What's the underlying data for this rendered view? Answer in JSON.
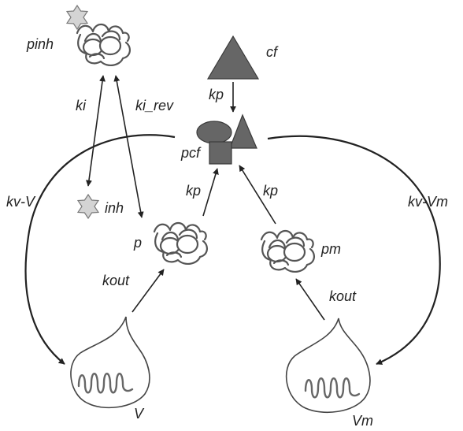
{
  "nodes": {
    "pinh": "pinh",
    "cf": "cf",
    "pcf": "pcf",
    "inh": "inh",
    "p": "p",
    "pm": "pm",
    "V": "V",
    "Vm": "Vm"
  },
  "edges": {
    "ki": "ki",
    "ki_rev": "ki_rev",
    "kp_cf": "kp",
    "kp_p": "kp",
    "kp_pm": "kp",
    "kv_V": "kv-V",
    "kv_Vm": "kv-Vm",
    "kout_V": "kout",
    "kout_Vm": "kout"
  },
  "colors": {
    "line": "#222222",
    "protein_outline": "#555555",
    "complex_fill": "#666666",
    "inhibitor_fill": "#d4d4d4"
  }
}
